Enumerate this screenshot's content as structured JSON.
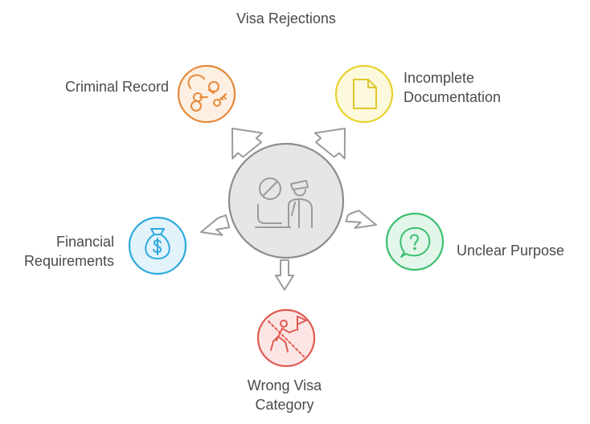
{
  "diagram": {
    "title": "Visa Rejections",
    "center": {
      "icon": "officer-rejecting-icon"
    },
    "reasons": {
      "criminal": {
        "lines": [
          "Criminal Record"
        ],
        "icon": "handcuffs-key-icon",
        "color": "#e6893a"
      },
      "incomplete": {
        "lines": [
          "Incomplete",
          "Documentation"
        ],
        "icon": "document-icon",
        "color": "#e8d22e"
      },
      "financial": {
        "lines": [
          "Financial",
          "Requirements"
        ],
        "icon": "money-bag-icon",
        "color": "#2ea9e0"
      },
      "unclear": {
        "lines": [
          "Unclear Purpose"
        ],
        "icon": "question-bubble-icon",
        "color": "#3bbf6f"
      },
      "wrong": {
        "lines": [
          "Wrong Visa",
          "Category"
        ],
        "icon": "crossed-hiker-icon",
        "color": "#e05a52"
      }
    }
  }
}
